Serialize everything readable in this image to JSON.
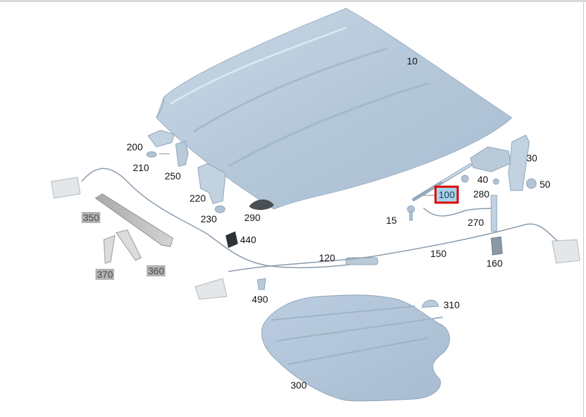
{
  "colors": {
    "part_fill": "#b7c9da",
    "part_stroke": "#8ea4b8",
    "highlight_border": "#e00000",
    "highlight_fill": "#a6d2ea",
    "grey_label_bg": "#b3b3b3"
  },
  "callouts": [
    {
      "id": "c10",
      "text": "10",
      "style": "plain"
    },
    {
      "id": "c30",
      "text": "30",
      "style": "plain"
    },
    {
      "id": "c50",
      "text": "50",
      "style": "plain"
    },
    {
      "id": "c40",
      "text": "40",
      "style": "plain"
    },
    {
      "id": "c100",
      "text": "100",
      "style": "active"
    },
    {
      "id": "c280",
      "text": "280",
      "style": "plain"
    },
    {
      "id": "c15",
      "text": "15",
      "style": "plain"
    },
    {
      "id": "c270",
      "text": "270",
      "style": "plain"
    },
    {
      "id": "c200",
      "text": "200",
      "style": "plain"
    },
    {
      "id": "c210",
      "text": "210",
      "style": "plain"
    },
    {
      "id": "c250",
      "text": "250",
      "style": "plain"
    },
    {
      "id": "c220",
      "text": "220",
      "style": "plain"
    },
    {
      "id": "c230",
      "text": "230",
      "style": "plain"
    },
    {
      "id": "c290",
      "text": "290",
      "style": "plain"
    },
    {
      "id": "c440",
      "text": "440",
      "style": "plain"
    },
    {
      "id": "c350",
      "text": "350",
      "style": "grey"
    },
    {
      "id": "c370",
      "text": "370",
      "style": "grey"
    },
    {
      "id": "c360",
      "text": "360",
      "style": "grey"
    },
    {
      "id": "c120",
      "text": "120",
      "style": "plain"
    },
    {
      "id": "c150",
      "text": "150",
      "style": "plain"
    },
    {
      "id": "c160",
      "text": "160",
      "style": "plain"
    },
    {
      "id": "c490",
      "text": "490",
      "style": "plain"
    },
    {
      "id": "c310",
      "text": "310",
      "style": "plain"
    },
    {
      "id": "c300",
      "text": "300",
      "style": "plain"
    }
  ]
}
